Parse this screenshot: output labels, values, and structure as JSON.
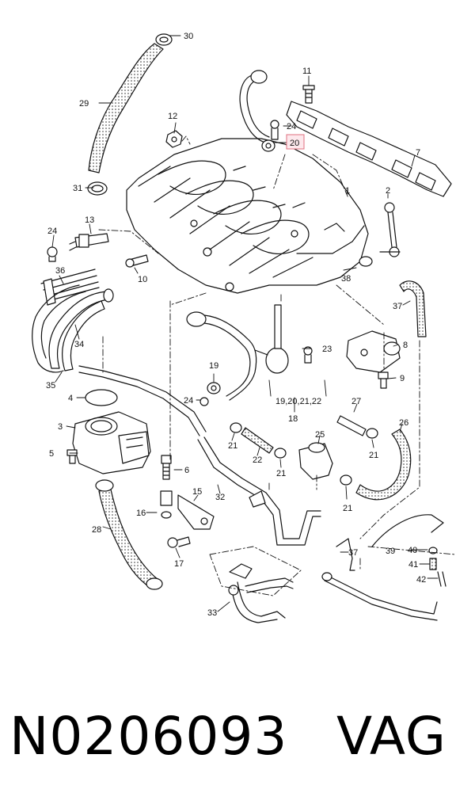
{
  "callouts": {
    "c1": "1",
    "c2": "2",
    "c3": "3",
    "c4": "4",
    "c5": "5",
    "c6": "6",
    "c7": "7",
    "c8": "8",
    "c9": "9",
    "c10": "10",
    "c11": "11",
    "c12": "12",
    "c13": "13",
    "c15": "15",
    "c16": "16",
    "c17": "17",
    "c18": "18",
    "c19": "19",
    "c20": "20",
    "c21a": "21",
    "c21b": "21",
    "c21c": "21",
    "c21d": "21",
    "c22": "22",
    "c23": "23",
    "c24a": "24",
    "c24b": "24",
    "c24c": "24",
    "c25": "25",
    "c26": "26",
    "c27": "27",
    "c28": "28",
    "c29": "29",
    "c30": "30",
    "c31": "31",
    "c32": "32",
    "c33": "33",
    "c34": "34",
    "c35": "35",
    "c36": "36",
    "c37a": "37",
    "c37b": "37",
    "c38": "38",
    "c39": "39",
    "c40": "40",
    "c41": "41",
    "c42": "42",
    "c19_22": "19,20,21,22"
  },
  "highlight": {
    "callout": "20",
    "color": "#e07080"
  },
  "footer": {
    "part_number": "N0206093",
    "brand": "VAG"
  }
}
